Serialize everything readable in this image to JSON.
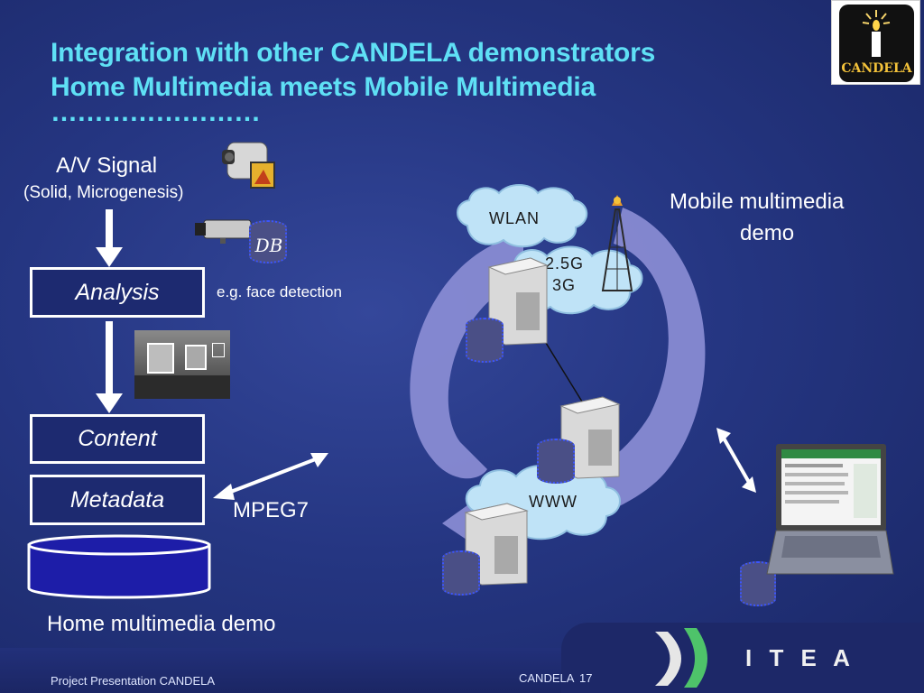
{
  "title": {
    "line1": "Integration with other CANDELA demonstrators",
    "line2": "Home Multimedia meets Mobile Multimedia",
    "dots": "……………………"
  },
  "logo": {
    "text": "CANDELA"
  },
  "left": {
    "signal_label": "A/V Signal",
    "signal_sources": "(Solid, Microgenesis)",
    "db_label": "DB",
    "analysis_label": "Analysis",
    "analysis_example": "e.g. face detection",
    "content_label": "Content",
    "metadata_label": "Metadata",
    "mpeg7_label": "MPEG7",
    "home_demo_label": "Home multimedia demo"
  },
  "right": {
    "mobile_demo_label_line1": "Mobile multimedia",
    "mobile_demo_label_line2": "demo",
    "wlan_label": "WLAN",
    "network_label_line1": "2.5G",
    "network_label_line2": "3G",
    "www_label": "WWW"
  },
  "footer": {
    "project": "Project Presentation CANDELA",
    "slide_label": "CANDELA",
    "slide_number": "17",
    "itea_logo": "I T E A"
  },
  "colors": {
    "title": "#5fe0f5",
    "background": "#253682",
    "cloud": "#bfe3f7",
    "arrow_shape": "#8d8fd6",
    "db_border": "#3b55ff"
  }
}
